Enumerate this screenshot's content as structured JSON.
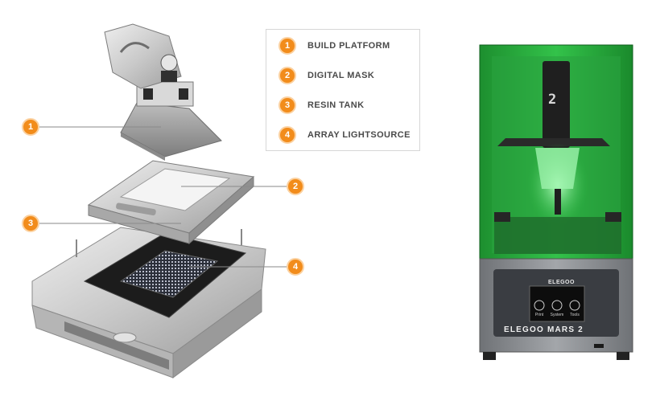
{
  "legend": {
    "items": [
      {
        "number": "1",
        "label": "BUILD PLATFORM"
      },
      {
        "number": "2",
        "label": "DIGITAL MASK"
      },
      {
        "number": "3",
        "label": "RESIN TANK"
      },
      {
        "number": "4",
        "label": "ARRAY LIGHTSOURCE"
      }
    ]
  },
  "callouts": [
    "1",
    "2",
    "3",
    "4"
  ],
  "printer": {
    "brand": "ELEGOO",
    "model": "ELEGOO MARS 2",
    "z_mark": "2",
    "screen_buttons": [
      "Print",
      "System",
      "Tools"
    ]
  },
  "colors": {
    "accent": "#f28c1b",
    "cover_green": "#22a83a",
    "frame_grey": "#8a8d91"
  }
}
